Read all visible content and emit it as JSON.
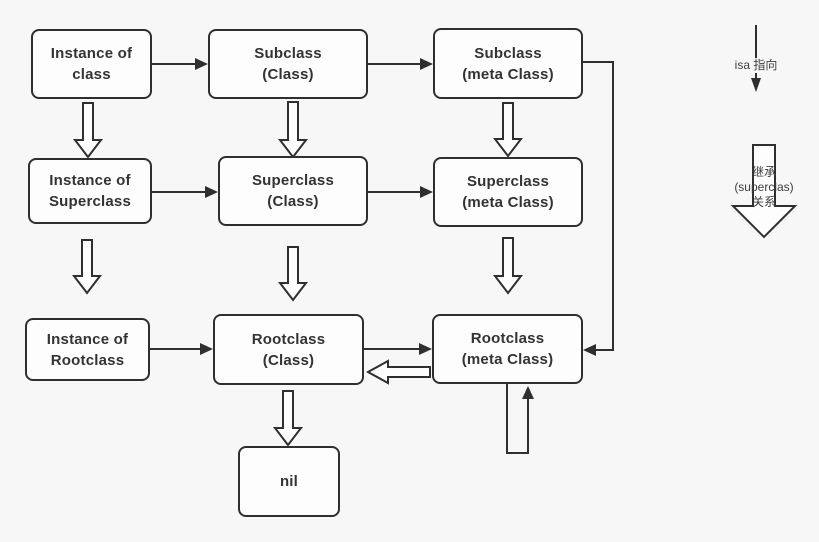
{
  "boxes": {
    "instance_class": {
      "line1": "Instance of",
      "line2": "class"
    },
    "subclass_class": {
      "line1": "Subclass",
      "line2": "(Class)"
    },
    "subclass_meta": {
      "line1": "Subclass",
      "line2": "(meta Class)"
    },
    "instance_superclass": {
      "line1": "Instance of",
      "line2": "Superclass"
    },
    "superclass_class": {
      "line1": "Superclass",
      "line2": "(Class)"
    },
    "superclass_meta": {
      "line1": "Superclass",
      "line2": "(meta Class)"
    },
    "instance_rootclass": {
      "line1": "Instance of",
      "line2": "Rootclass"
    },
    "rootclass_class": {
      "line1": "Rootclass",
      "line2": "(Class)"
    },
    "rootclass_meta": {
      "line1": "Rootclass",
      "line2": "(meta Class)"
    },
    "nil": {
      "line1": "nil"
    }
  },
  "legend": {
    "isa_label": "isa 指向",
    "inherit_label_line1": "继承",
    "inherit_label_line2": "(superclas)",
    "inherit_label_line3": "关系"
  },
  "colors": {
    "background": "#f7f7f7",
    "stroke": "#2f2f2f",
    "box_fill": "#fdfdfd",
    "text": "#333333"
  }
}
